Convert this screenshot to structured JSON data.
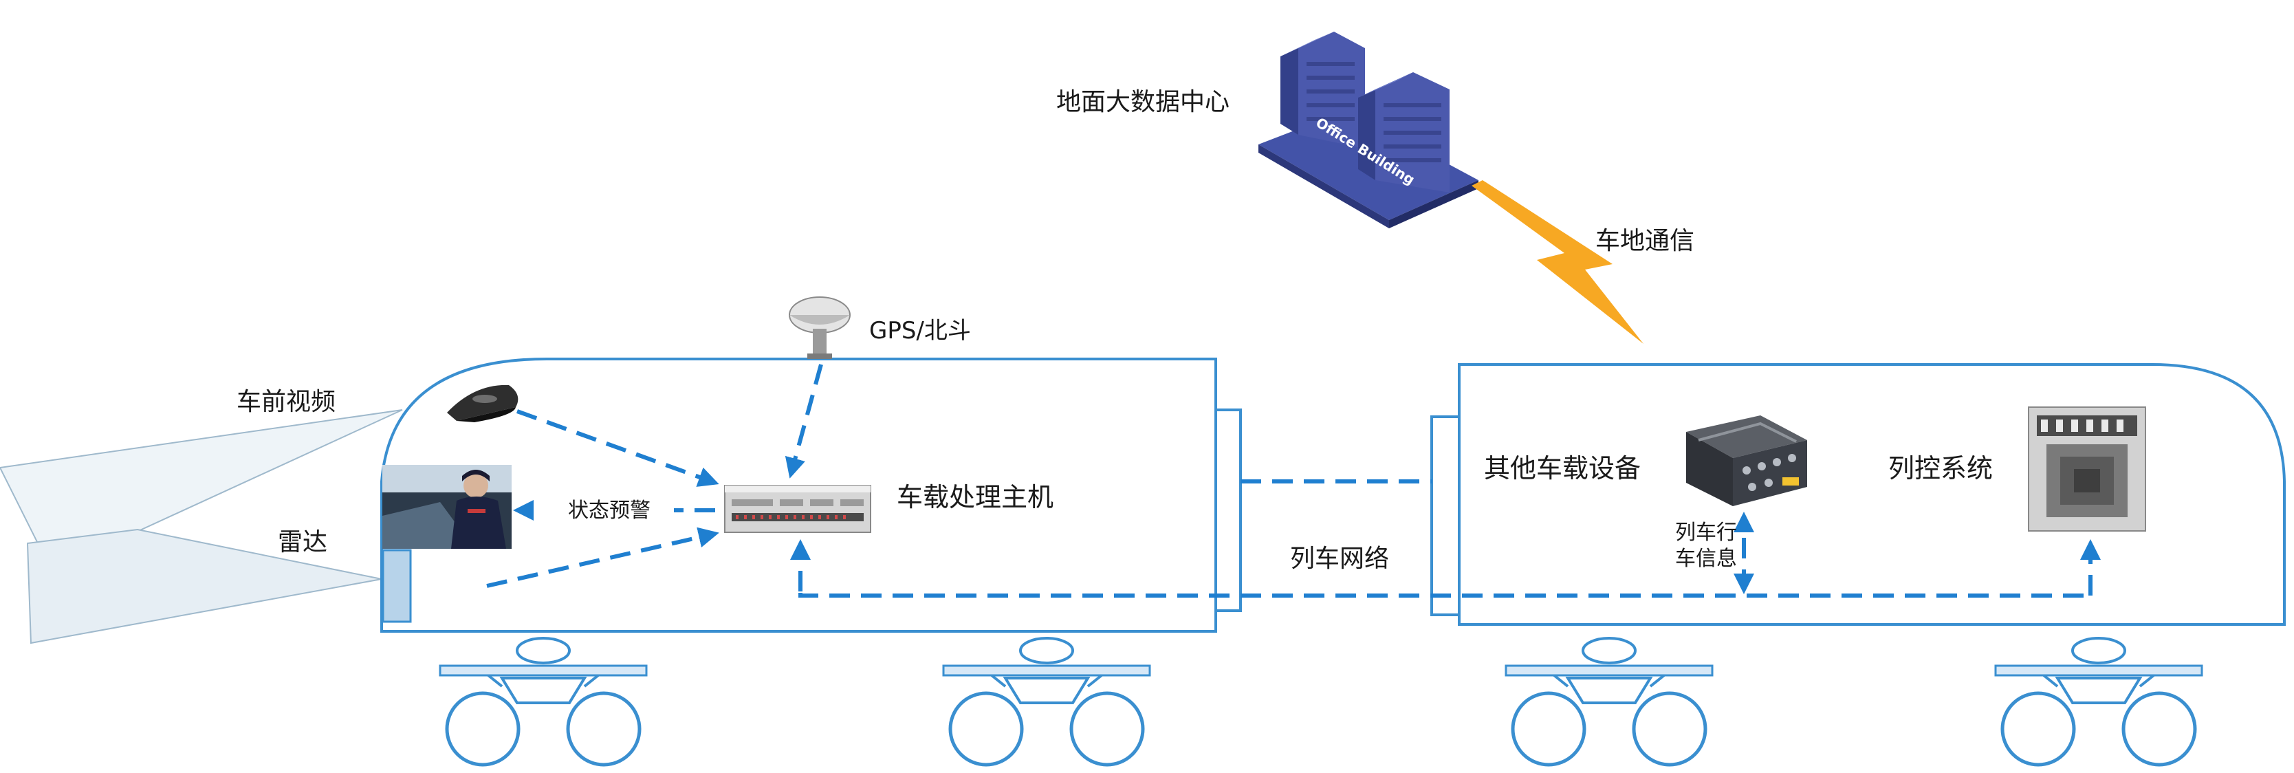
{
  "labels": {
    "data_center": "地面大数据中心",
    "train_ground_comm": "车地通信",
    "gps": "GPS/北斗",
    "front_video": "车前视频",
    "radar": "雷达",
    "state_warning": "状态预警",
    "onboard_host": "车载处理主机",
    "other_equipment": "其他车载设备",
    "train_control": "列控系统",
    "train_info_line1": "列车行",
    "train_info_line2": "车信息",
    "train_network": "列车网络"
  },
  "building_sign": "Office Building",
  "colors": {
    "train_outline": "#3a8fd0",
    "dashed_link": "#1f7fd0",
    "lightning": "#f7a823",
    "building": "#3b4a9a",
    "building_base": "#4353a8",
    "fov_fill": "#e9f1f6",
    "bogie_fill": "#d7e8f7"
  },
  "icons": {
    "building": "office-building-icon",
    "gps_antenna": "gps-antenna-icon",
    "camera": "camera-icon",
    "radar": "radar-sensor-icon",
    "host": "rack-host-icon",
    "equipment": "equipment-box-icon",
    "control_cabinet": "control-cabinet-icon",
    "lightning": "lightning-bolt-icon",
    "driver_photo": "driver-photo-icon"
  }
}
